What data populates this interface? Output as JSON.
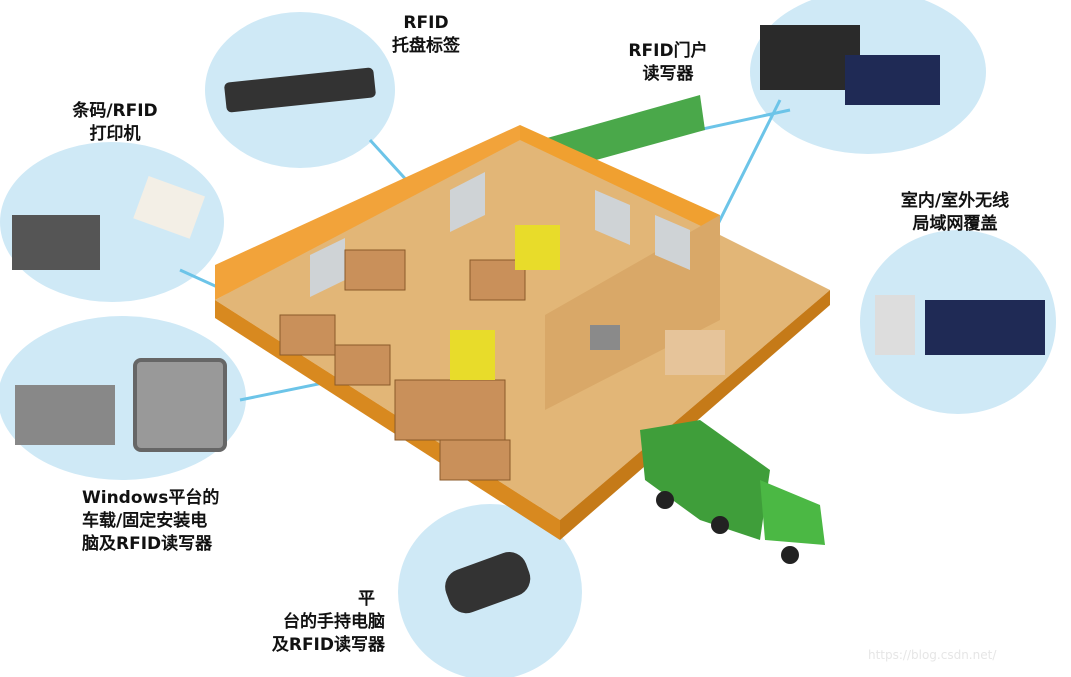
{
  "labels": {
    "pallet_tag": [
      "RFID",
      "托盘标签"
    ],
    "portal_reader": [
      "RFID门户",
      "读写器"
    ],
    "printer": [
      "条码/RFID",
      "打印机"
    ],
    "wireless_lan": [
      "室内/室外无线",
      "局域网覆盖"
    ],
    "vehicle_mount": [
      "Windows平台的",
      "车载/固定安装电",
      "脑及RFID读写器"
    ],
    "handheld": [
      "平",
      "台的手持电脑",
      "及RFID读写器"
    ]
  },
  "watermark": "https://blog.csdn.net/",
  "colors": {
    "bubble": "#cfe9f6",
    "floor": "#e2b677",
    "wall": "#f2a33a",
    "truck": "#3f9e3a",
    "forklift": "#e8dc2a",
    "leader_line": "#6cc4e8"
  }
}
